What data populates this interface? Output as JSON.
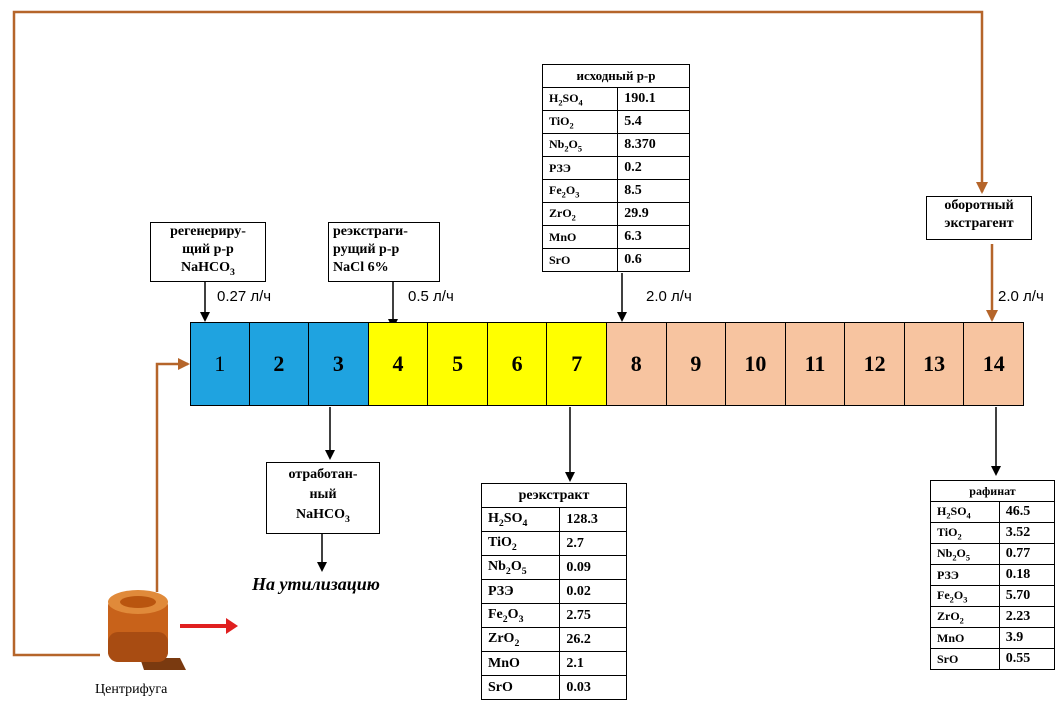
{
  "inputs": {
    "regen": [
      "регенериру-",
      "щий р-р",
      "NaHCO3"
    ],
    "reextr": [
      "реэкстраги-",
      "рущий р-р",
      "NaCl 6%"
    ],
    "recycle": [
      "оборотный",
      "экстрагент"
    ],
    "spent": [
      "отработан-",
      "ный",
      "NaHCO3"
    ]
  },
  "rates": {
    "r1": "0.27 л/ч",
    "r2": "0.5 л/ч",
    "r3": "2.0 л/ч",
    "r4": "2.0 л/ч"
  },
  "stages": [
    "1",
    "2",
    "3",
    "4",
    "5",
    "6",
    "7",
    "8",
    "9",
    "10",
    "11",
    "12",
    "13",
    "14"
  ],
  "stage_colors": {
    "wash": "#1fa3e0",
    "strip": "#ffff00",
    "extract": "#f7c4a0"
  },
  "feed_table": {
    "title": "исходный р-р",
    "rows": [
      {
        "name": "H2SO4",
        "value": "190.1"
      },
      {
        "name": "TiO2",
        "value": "5.4"
      },
      {
        "name": "Nb2O5",
        "value": "8.370"
      },
      {
        "name": "РЗЭ",
        "value": "0.2"
      },
      {
        "name": "Fe2O3",
        "value": "8.5"
      },
      {
        "name": "ZrO2",
        "value": "29.9"
      },
      {
        "name": "MnO",
        "value": "6.3"
      },
      {
        "name": "SrO",
        "value": "0.6"
      }
    ]
  },
  "reextract_table": {
    "title": "реэкстракт",
    "rows": [
      {
        "name": "H2SO4",
        "value": "128.3"
      },
      {
        "name": "TiO2",
        "value": "2.7"
      },
      {
        "name": "Nb2O5",
        "value": "0.09"
      },
      {
        "name": "РЗЭ",
        "value": "0.02"
      },
      {
        "name": "Fe2O3",
        "value": "2.75"
      },
      {
        "name": "ZrO2",
        "value": "26.2"
      },
      {
        "name": "MnO",
        "value": "2.1"
      },
      {
        "name": "SrO",
        "value": "0.03"
      }
    ]
  },
  "raffinate_table": {
    "title": "рафинат",
    "rows": [
      {
        "name": "H2SO4",
        "value": "46.5"
      },
      {
        "name": "TiO2",
        "value": "3.52"
      },
      {
        "name": "Nb2O5",
        "value": "0.77"
      },
      {
        "name": "РЗЭ",
        "value": "0.18"
      },
      {
        "name": "Fe2O3",
        "value": "5.70"
      },
      {
        "name": "ZrO2",
        "value": "2.23"
      },
      {
        "name": "MnO",
        "value": "3.9"
      },
      {
        "name": "SrO",
        "value": "0.55"
      }
    ]
  },
  "utilization": "На утилизацию",
  "centrifuge": "Центрифуга",
  "line_color": "#b5652a"
}
